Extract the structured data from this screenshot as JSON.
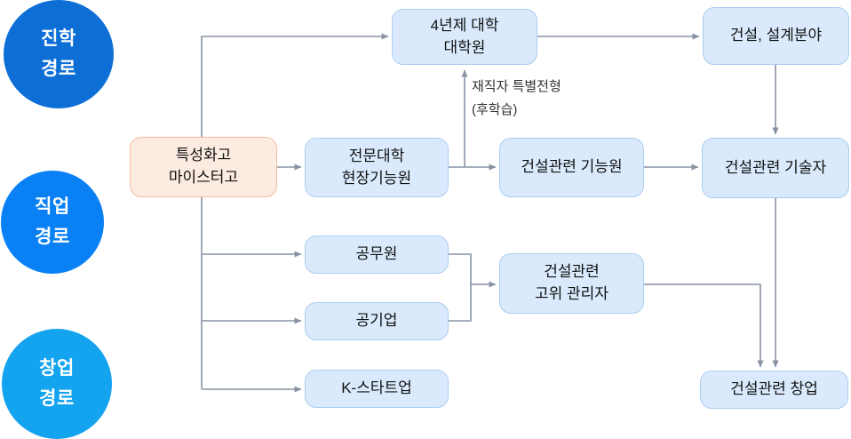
{
  "diagram": {
    "title_implied": "",
    "legend": [
      {
        "id": "advancement",
        "label": "진학\n경로",
        "color": "#0d6fd6"
      },
      {
        "id": "employment",
        "label": "직업\n경로",
        "color": "#0a80f5"
      },
      {
        "id": "startup",
        "label": "창업\n경로",
        "color": "#14a3ef"
      }
    ],
    "nodes": {
      "hs": {
        "label": "특성화고\n마이스터고",
        "fill": "#fcebe1",
        "border": "#f6bb9e"
      },
      "univ": {
        "label": "4년제 대학\n대학원",
        "fill": "#daeafc",
        "border": "#abcdf1"
      },
      "design": {
        "label": "건설, 설계분야",
        "fill": "#daeafc",
        "border": "#abcdf1"
      },
      "college": {
        "label": "전문대학\n현장기능원",
        "fill": "#daeafc",
        "border": "#abcdf1"
      },
      "technician": {
        "label": "건설관련 기능원",
        "fill": "#daeafc",
        "border": "#abcdf1"
      },
      "engineer": {
        "label": "건설관련 기술자",
        "fill": "#daeafc",
        "border": "#abcdf1"
      },
      "civil_servant": {
        "label": "공무원",
        "fill": "#daeafc",
        "border": "#abcdf1"
      },
      "public_corp": {
        "label": "공기업",
        "fill": "#daeafc",
        "border": "#abcdf1"
      },
      "manager": {
        "label": "건설관련\n고위 관리자",
        "fill": "#daeafc",
        "border": "#abcdf1"
      },
      "k_startup": {
        "label": "K-스타트업",
        "fill": "#daeafc",
        "border": "#abcdf1"
      },
      "startup": {
        "label": "건설관련 창업",
        "fill": "#daeafc",
        "border": "#abcdf1"
      }
    },
    "edge_labels": {
      "special_admission": "재직자 특별전형\n(후학습)"
    },
    "edges": [
      "특성화고 마이스터고 → 4년제 대학 대학원",
      "4년제 대학 대학원 → 건설, 설계분야",
      "건설, 설계분야 → 건설관련 기술자",
      "특성화고 마이스터고 → 전문대학 현장기능원",
      "전문대학 현장기능원 → 건설관련 기능원",
      "전문대학 현장기능원 → 4년제 대학 대학원 (재직자 특별전형 (후학습))",
      "건설관련 기능원 → 건설관련 기술자",
      "건설관련 기술자 → 건설관련 창업",
      "특성화고 마이스터고 → 공무원",
      "특성화고 마이스터고 → 공기업",
      "특성화고 마이스터고 → K-스타트업",
      "공무원/공기업 → 건설관련 고위 관리자",
      "건설관련 고위 관리자 → 건설관련 창업"
    ],
    "colors": {
      "line": "#8892a4",
      "node_fill": "#daeafc",
      "node_border": "#abcdf1",
      "origin_fill": "#fcebe1",
      "origin_border": "#f6bb9e",
      "text": "#111111"
    }
  }
}
